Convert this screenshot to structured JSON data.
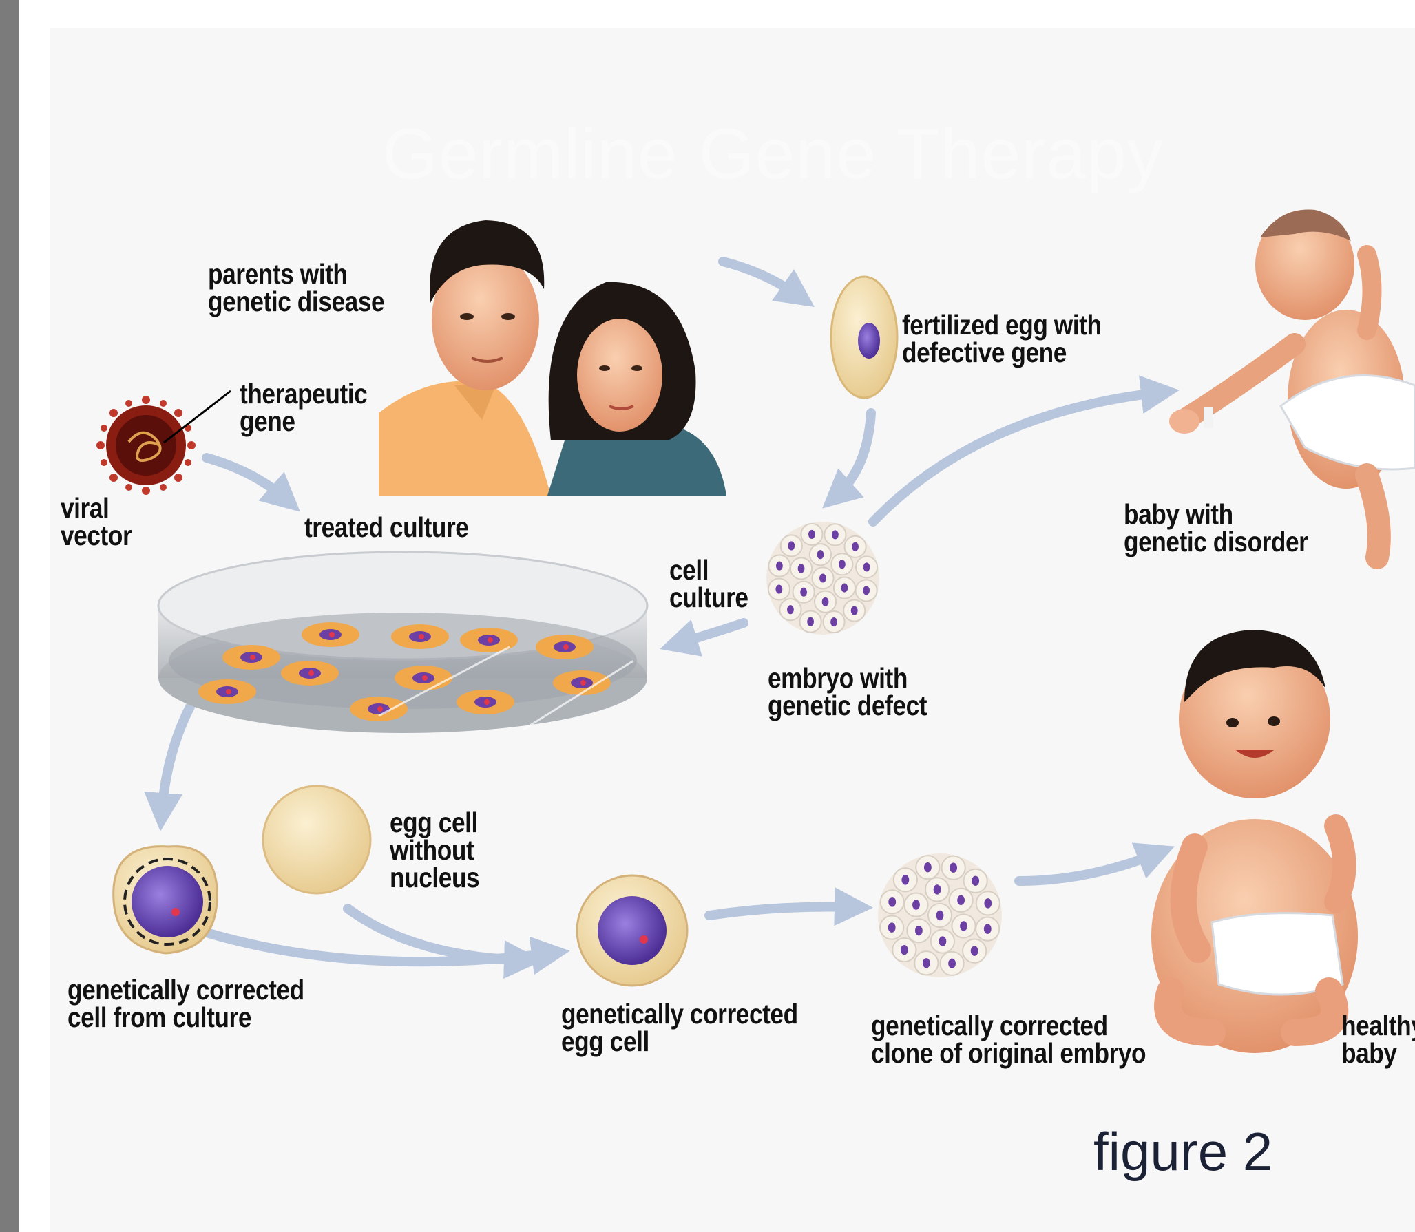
{
  "title": "Germline Gene Therapy",
  "figure_label": "figure 2",
  "labels": {
    "parents": "parents with\ngenetic disease",
    "therapeutic_gene": "therapeutic\ngene",
    "viral_vector": "viral\nvector",
    "treated_culture": "treated culture",
    "fertilized_egg": "fertilized egg with\ndefective gene",
    "baby_disorder": "baby with\ngenetic disorder",
    "cell_culture": "cell\nculture",
    "embryo_defect": "embryo with\ngenetic defect",
    "egg_without_nucleus": "egg cell\nwithout\nnucleus",
    "corrected_cell": "genetically corrected\ncell from culture",
    "corrected_egg": "genetically corrected\negg cell",
    "corrected_clone": "genetically corrected\nclone of original embryo",
    "healthy_baby": "healthy\nbaby"
  },
  "colors": {
    "arrow": "#b7c6dd",
    "cytoplasm": "#f3dfae",
    "nucleus": "#6b4bb5",
    "skin": "#f2b08c",
    "shirt_man": "#f6b46e",
    "shirt_woman": "#3c6a78",
    "hair": "#1e1612",
    "virus": "#8a1d12",
    "panel": "#f7f7f8",
    "sidebar": "#7b7b7b"
  },
  "icons": [
    "viral-vector-icon",
    "parents-illustration",
    "fertilized-egg-icon",
    "embryo-icon",
    "petri-dish-icon",
    "baby-illustration",
    "egg-cell-icon"
  ]
}
